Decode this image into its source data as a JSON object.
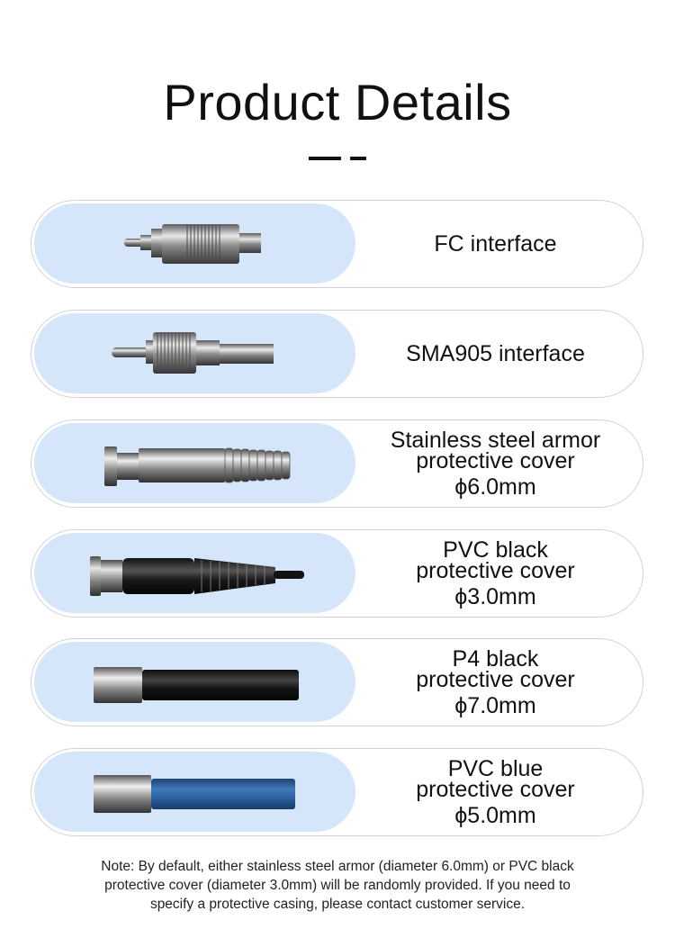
{
  "page_title": "Product Details",
  "items": [
    {
      "lines": [
        "FC interface"
      ],
      "icon": "fc-connector-icon"
    },
    {
      "lines": [
        "SMA905 interface"
      ],
      "icon": "sma905-connector-icon"
    },
    {
      "lines": [
        "Stainless steel armor",
        "protective cover",
        "ϕ6.0mm"
      ],
      "icon": "steel-armor-cable-icon"
    },
    {
      "lines": [
        "PVC black",
        "protective cover",
        "ϕ3.0mm"
      ],
      "icon": "pvc-black-cable-icon"
    },
    {
      "lines": [
        "P4 black",
        "protective cover",
        "ϕ7.0mm"
      ],
      "icon": "p4-black-cable-icon"
    },
    {
      "lines": [
        "PVC blue",
        "protective cover",
        "ϕ5.0mm"
      ],
      "icon": "pvc-blue-cable-icon"
    }
  ],
  "note": {
    "lines": [
      "Note: By default, either stainless steel armor (diameter 6.0mm) or PVC black",
      "protective cover (diameter 3.0mm) will be randomly provided. If you need to",
      "specify a protective casing, please contact customer service."
    ]
  },
  "colors": {
    "image_background": "#d6e6fa",
    "card_border": "#cfd3d8",
    "text": "#111111",
    "blue_cable": "#2a5f9e"
  }
}
